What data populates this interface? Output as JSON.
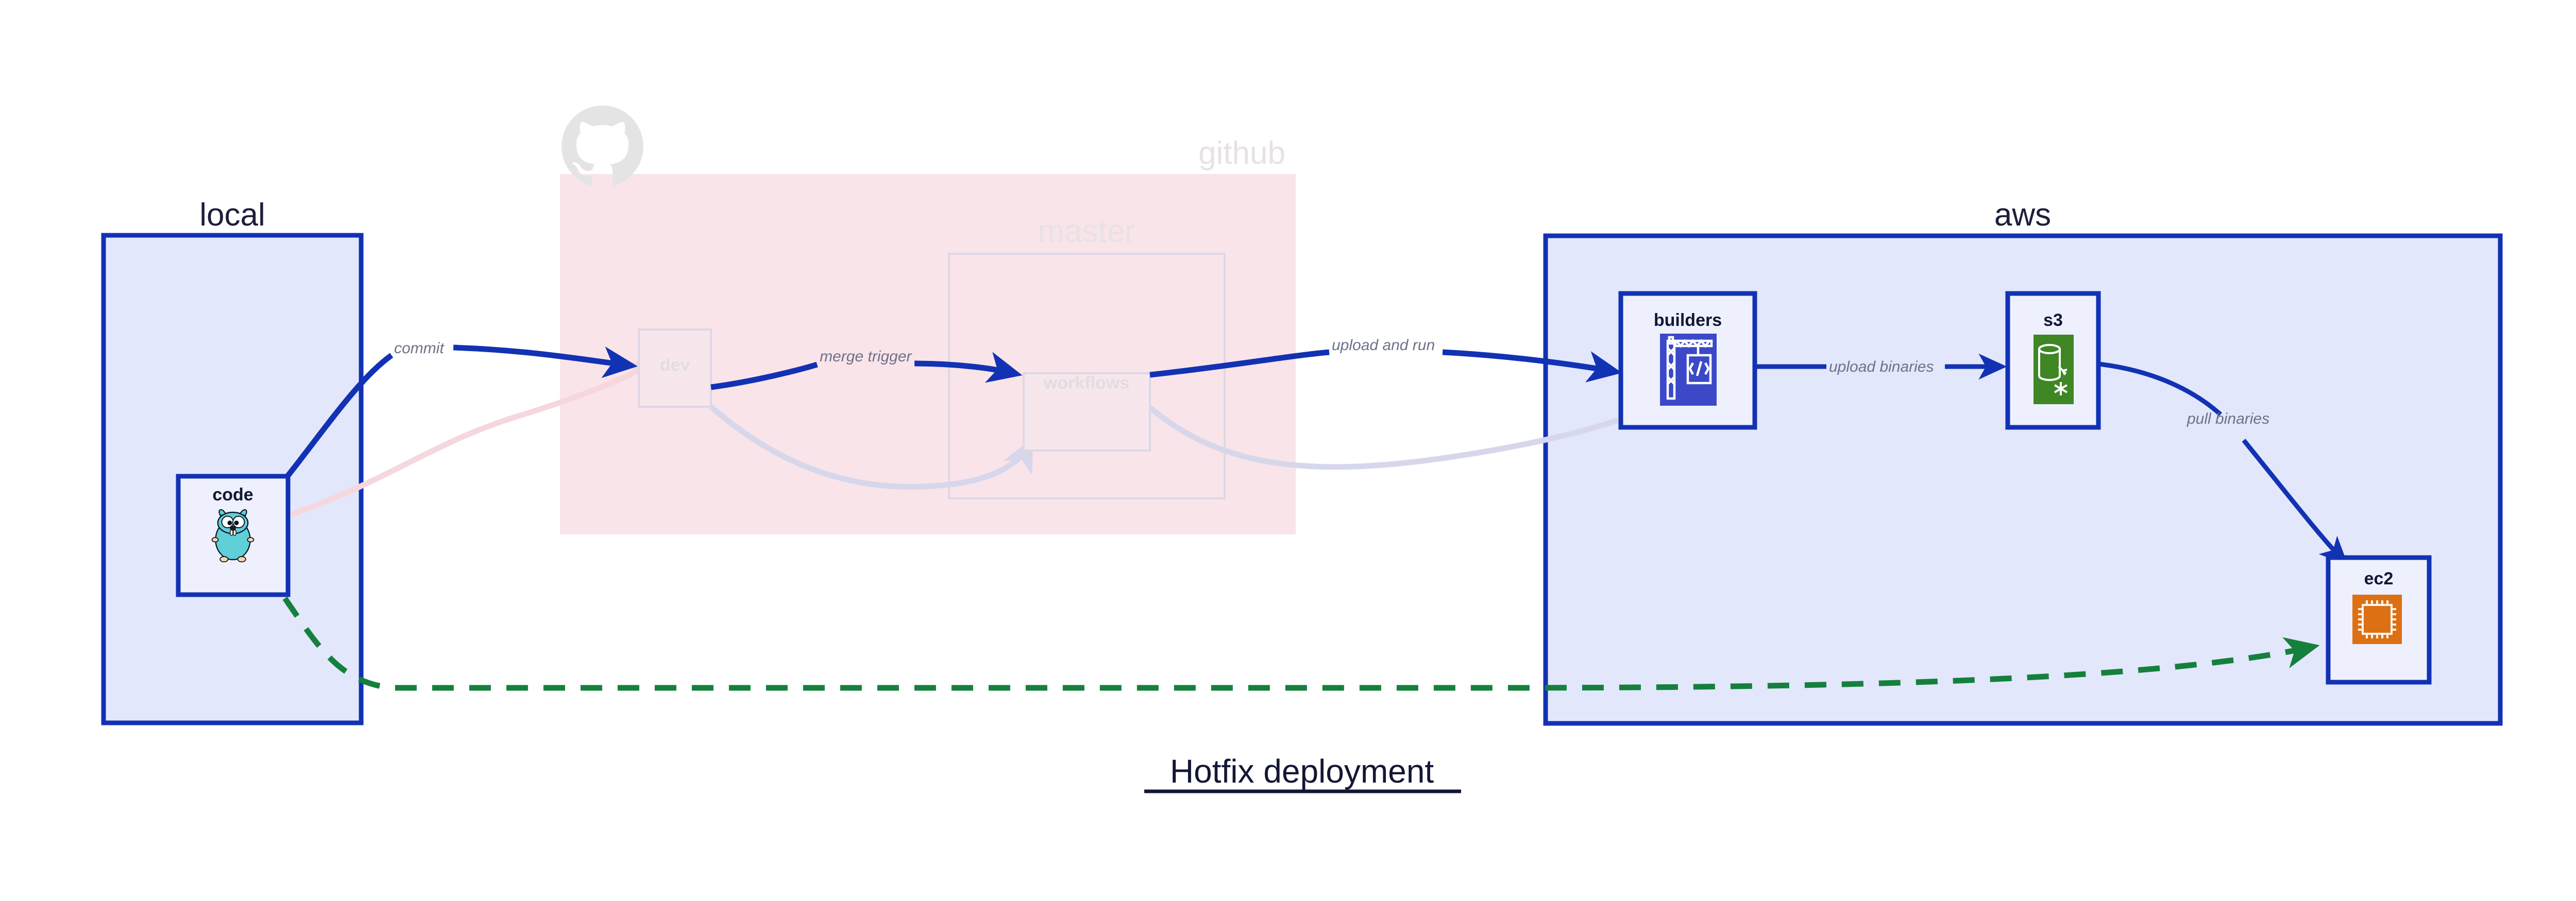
{
  "diagram": {
    "title": "Hotfix deployment",
    "colors": {
      "container_stroke": "#1232b4",
      "container_fill": "#e2e7fb",
      "node_stroke": "#1232b4",
      "node_fill": "#eef1fd",
      "github_fill": "#f9e4e9",
      "edge_active": "#1232b4",
      "edge_faded": "#d7d7ec",
      "edge_pink_faded": "#f6d7de",
      "edge_dashed": "#15803d",
      "label_text": "#6d7287",
      "faded_text": "#e2dde0",
      "github_logo": "#e4e4e4",
      "builders_icon_bg": "#3b49c8",
      "s3_icon_bg": "#3f8624",
      "ec2_icon_bg": "#dd7015"
    },
    "groups": [
      {
        "id": "local",
        "label": "local",
        "faded": false
      },
      {
        "id": "github",
        "label": "github",
        "faded": true
      },
      {
        "id": "master",
        "label": "master",
        "faded": true
      },
      {
        "id": "aws",
        "label": "aws",
        "faded": false
      }
    ],
    "nodes": [
      {
        "id": "code",
        "label": "code",
        "group": "local",
        "icon": "go-gopher-icon",
        "faded": false
      },
      {
        "id": "dev",
        "label": "dev",
        "group": "github",
        "icon": "none",
        "faded": true
      },
      {
        "id": "workflows",
        "label": "workflows",
        "group": "master",
        "icon": "none",
        "faded": true
      },
      {
        "id": "builders",
        "label": "builders",
        "group": "aws",
        "icon": "crane-icon",
        "faded": false
      },
      {
        "id": "s3",
        "label": "s3",
        "group": "aws",
        "icon": "bucket-icon",
        "faded": false
      },
      {
        "id": "ec2",
        "label": "ec2",
        "group": "aws",
        "icon": "cpu-chip-icon",
        "faded": false
      }
    ],
    "edges": [
      {
        "id": "commit",
        "from": "code",
        "to": "dev",
        "label": "commit",
        "style": "solid",
        "state": "active"
      },
      {
        "id": "merge-trigger",
        "from": "dev",
        "to": "workflows",
        "label": "merge trigger",
        "style": "solid",
        "state": "active"
      },
      {
        "id": "upload-and-run",
        "from": "workflows",
        "to": "builders",
        "label": "upload and run",
        "style": "solid",
        "state": "active"
      },
      {
        "id": "upload-binaries",
        "from": "builders",
        "to": "s3",
        "label": "upload binaries",
        "style": "solid",
        "state": "active"
      },
      {
        "id": "pull-binaries",
        "from": "s3",
        "to": "ec2",
        "label": "pull binaries",
        "style": "solid",
        "state": "active"
      },
      {
        "id": "hotfix-direct",
        "from": "code",
        "to": "ec2",
        "label": "",
        "style": "dashed",
        "state": "active"
      },
      {
        "id": "code-to-dev-bg",
        "from": "code",
        "to": "dev",
        "label": "",
        "style": "solid",
        "state": "faded"
      },
      {
        "id": "dev-to-wf-bg",
        "from": "dev",
        "to": "workflows",
        "label": "",
        "style": "solid",
        "state": "faded"
      },
      {
        "id": "wf-to-build-bg",
        "from": "workflows",
        "to": "builders",
        "label": "",
        "style": "solid",
        "state": "faded"
      }
    ],
    "logos": [
      {
        "id": "github-logo",
        "name": "github-mark-icon",
        "group": "github"
      }
    ]
  }
}
